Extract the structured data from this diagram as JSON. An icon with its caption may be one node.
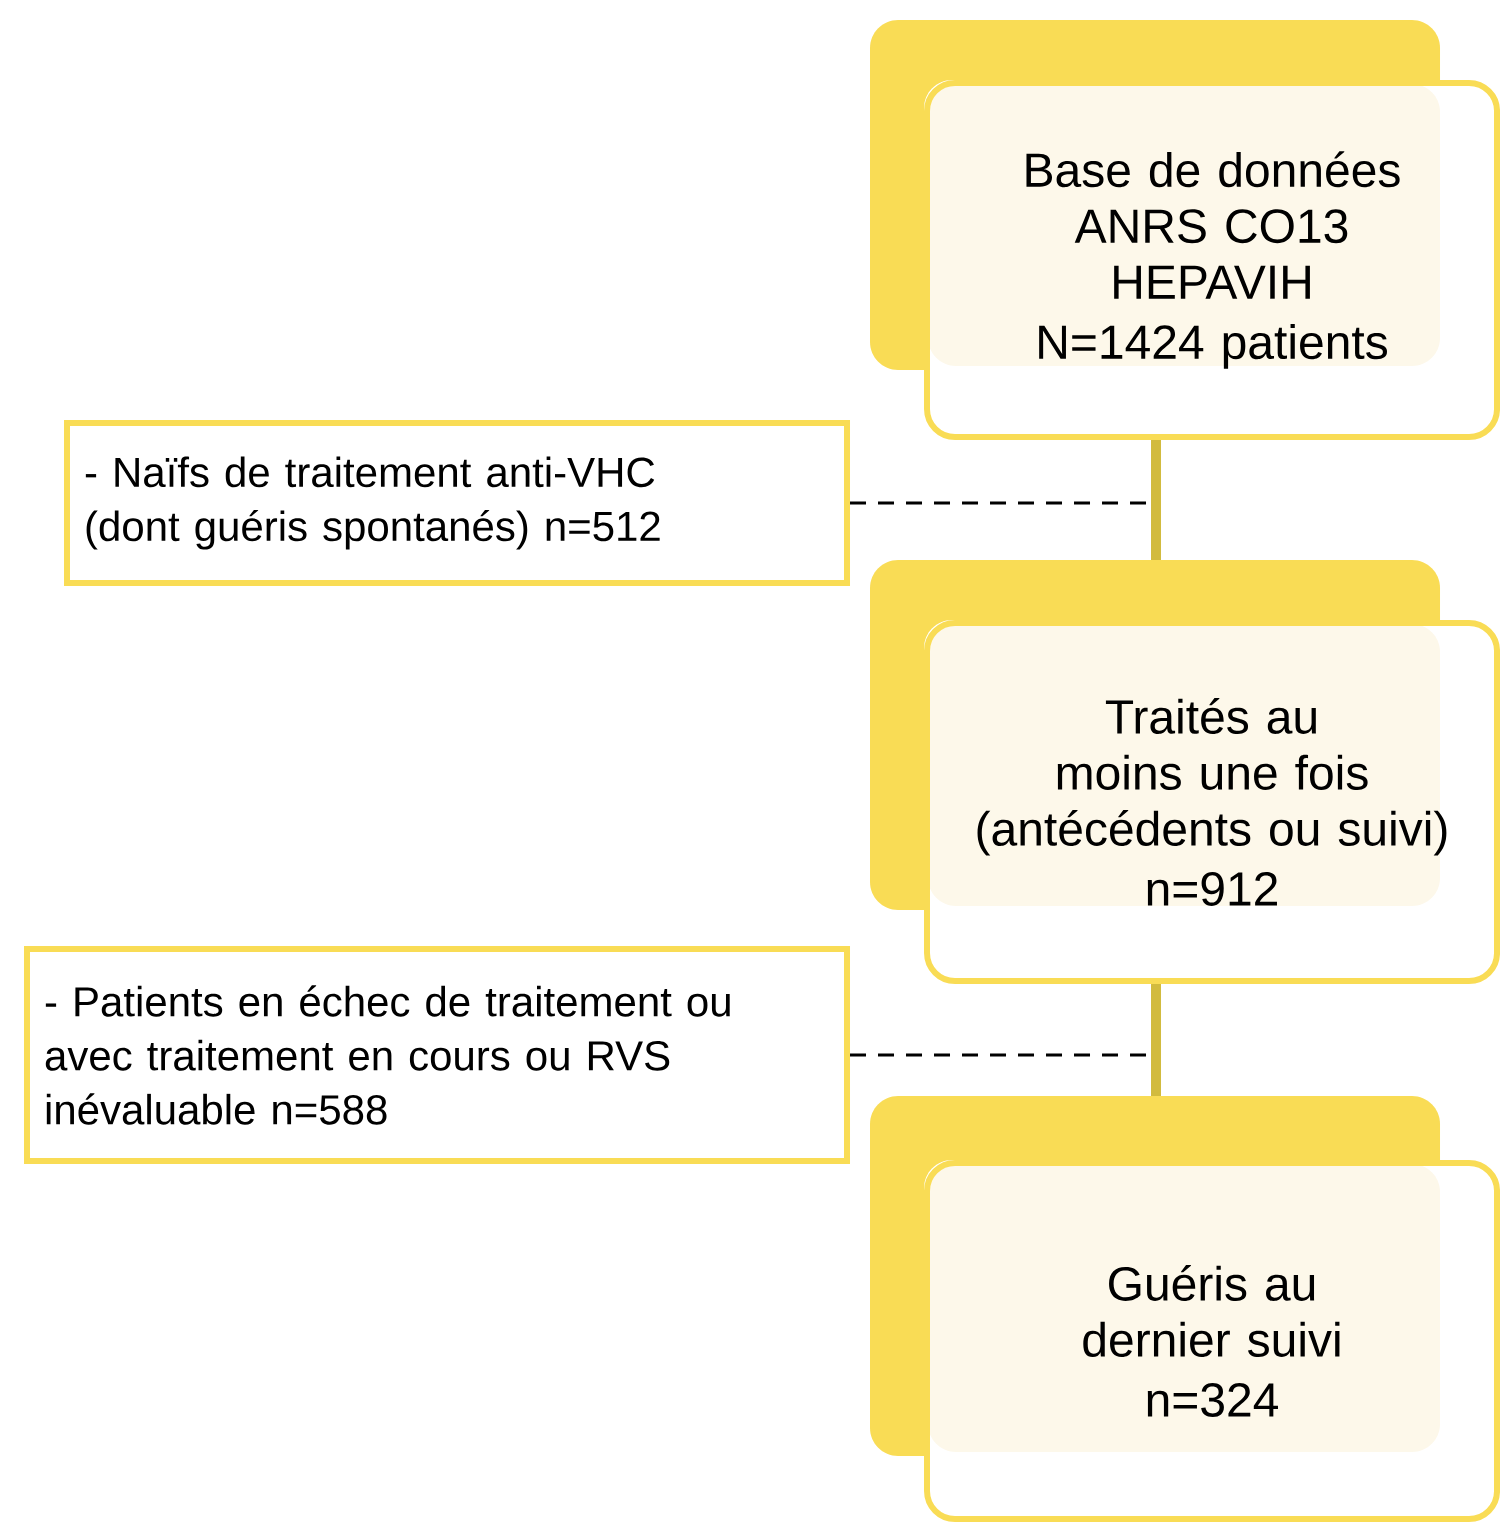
{
  "diagram": {
    "nodes": [
      {
        "text": [
          "Base de données ANRS CO13 HEPAVIH",
          "N=1424 patients"
        ]
      },
      {
        "text": [
          "- Naïfs de traitement anti-VHC (dont guéris spontanés) n=512"
        ]
      },
      {
        "text": [
          "Traités au moins une fois (antécédents ou suivi)",
          "n=912"
        ]
      },
      {
        "text": [
          "- Patients en échec de traitement ou avec traitement en cours ou RVS inévaluable n=588"
        ]
      },
      {
        "text": [
          "Guéris au dernier suivi",
          "n=324"
        ]
      }
    ],
    "edges": [
      {
        "from": 0,
        "to": 2,
        "arrow": "none",
        "style": "thick",
        "color": "#d2bb3e"
      },
      {
        "from": 1,
        "to": null,
        "arrow": "none",
        "style": "dashed",
        "color": "#000000"
      },
      {
        "from": 2,
        "to": 4,
        "arrow": "none",
        "style": "thick",
        "color": "#d2bb3e"
      },
      {
        "from": 3,
        "to": null,
        "arrow": "none",
        "style": "dashed",
        "color": "#000000"
      }
    ]
  }
}
